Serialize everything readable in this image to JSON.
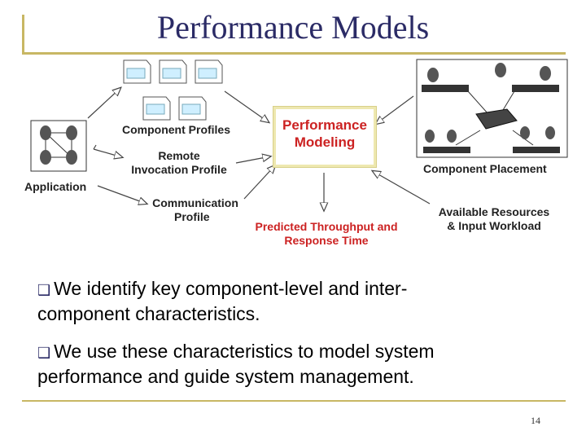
{
  "title": "Performance Models",
  "labels": {
    "component_profiles": "Component Profiles",
    "remote_invocation": [
      "Remote",
      "Invocation Profile"
    ],
    "application": "Application",
    "communication": [
      "Communication",
      "Profile"
    ],
    "performance_modeling": [
      "Performance",
      "Modeling"
    ],
    "predicted": [
      "Predicted Throughput and",
      "Response Time"
    ],
    "component_placement": "Component Placement",
    "available_resources": [
      "Available Resources",
      "& Input Workload"
    ]
  },
  "bullets": [
    {
      "lines": [
        "We identify key component-level and inter-",
        "component characteristics."
      ]
    },
    {
      "lines": [
        "We use these characteristics to model system",
        "performance and guide system management."
      ]
    }
  ],
  "page_number": "14",
  "colors": {
    "title": "#2b2b66",
    "accent_line": "#c8b764",
    "red_label": "#cc2222"
  }
}
